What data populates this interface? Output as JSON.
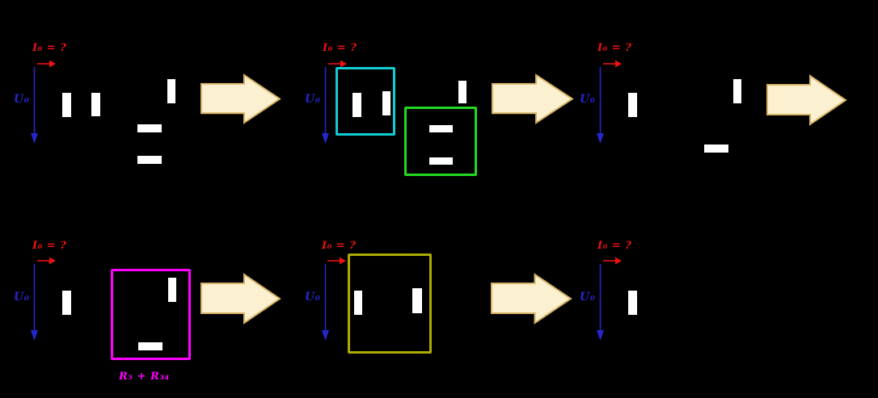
{
  "colors": {
    "background": "#000000",
    "resistor-fill": "#ffffff",
    "current-red": "#ee1111",
    "voltage-blue": "#2626cc",
    "arrow-fill": "#fbf1d0",
    "arrow-stroke": "#d6b366",
    "parallel-box-cyan": "#10cdd4",
    "series-box-green": "#22d922",
    "combined-box-magenta": "#ff00ff",
    "final-box-olive": "#abab00"
  },
  "annotations": {
    "current_label": "I₀ = ?",
    "voltage_label": "U₀",
    "combined_resistance_label": "R₅ + R₃₄"
  },
  "figure": {
    "type": "circuit-simplification-diagram",
    "rows": 2,
    "steps": [
      {
        "name": "original-circuit",
        "resistor_count": 5,
        "highlights": []
      },
      {
        "name": "groups-highlighted",
        "resistor_count": 5,
        "highlights": [
          "cyan-parallel-pair",
          "green-series-pair"
        ]
      },
      {
        "name": "after-first-reduction",
        "resistor_count": 3,
        "highlights": []
      },
      {
        "name": "series-group-highlighted",
        "resistor_count": 3,
        "highlights": [
          "magenta-series-group"
        ]
      },
      {
        "name": "parallel-group-highlighted",
        "resistor_count": 2,
        "highlights": [
          "olive-parallel-group"
        ]
      },
      {
        "name": "final-equivalent-circuit",
        "resistor_count": 1,
        "highlights": []
      }
    ]
  }
}
